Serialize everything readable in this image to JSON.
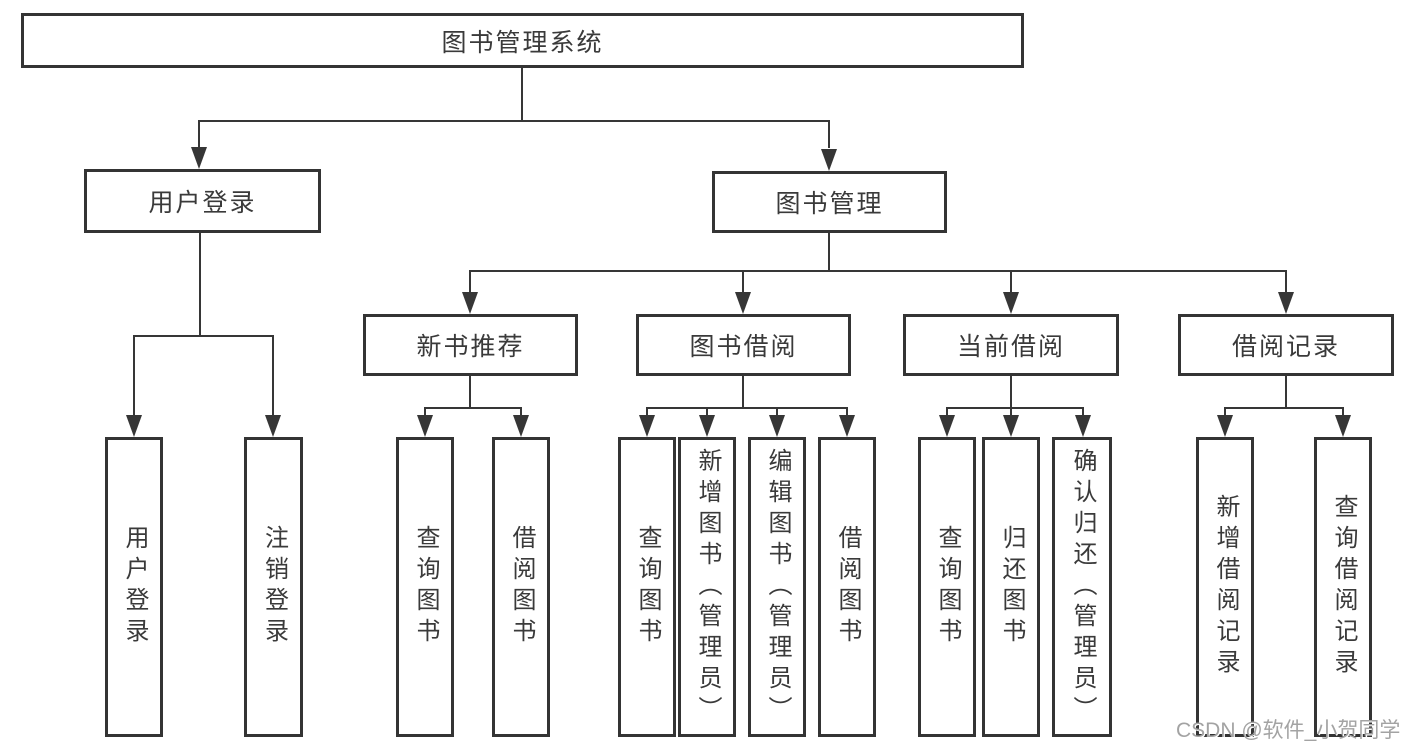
{
  "diagram": {
    "root": {
      "label": "图书管理系统"
    },
    "user_login": {
      "label": "用户登录",
      "children": [
        "用户登录",
        "注销登录"
      ]
    },
    "book_mgmt": {
      "label": "图书管理",
      "sections": {
        "new_books": {
          "label": "新书推荐",
          "children": [
            "查询图书",
            "借阅图书"
          ]
        },
        "book_borrow": {
          "label": "图书借阅",
          "children": [
            "查询图书",
            "新增图书（管理员）",
            "编辑图书（管理员）",
            "借阅图书"
          ]
        },
        "current_borrow": {
          "label": "当前借阅",
          "children": [
            "查询图书",
            "归还图书",
            "确认归还（管理员）"
          ]
        },
        "borrow_records": {
          "label": "借阅记录",
          "children": [
            "新增借阅记录",
            "查询借阅记录"
          ]
        }
      }
    }
  },
  "watermark": {
    "text": "CSDN @软件_小贺同学"
  },
  "colors": {
    "line": "#363636",
    "border": "#343434",
    "text": "#3a3a3a",
    "background": "#ffffff",
    "watermark": "#a3a3a3"
  }
}
